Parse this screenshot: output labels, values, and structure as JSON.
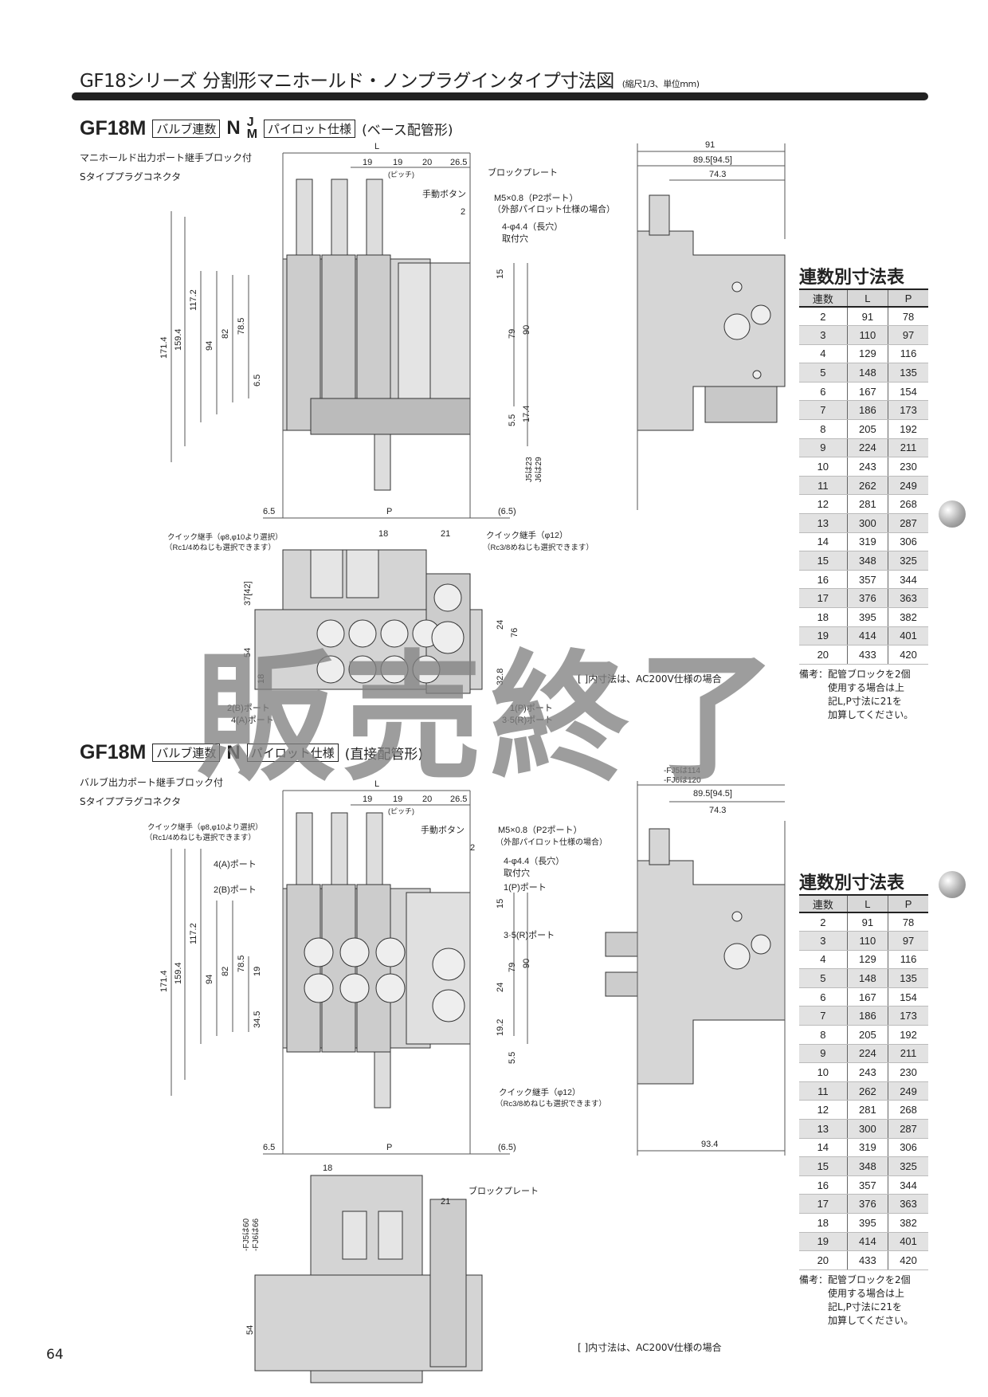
{
  "header": {
    "title": "GF18シリーズ  分割形マニホールド・ノンプラグインタイプ寸法図",
    "scale_note": "(縮尺1/3、単位mm)"
  },
  "section1": {
    "model": "GF18M",
    "box1": "バルブ連数",
    "n": "N",
    "opt_j": "J",
    "opt_m": "M",
    "box2": "パイロット仕様",
    "type": "(ベース配管形)",
    "sub1": "マニホールド出力ポート継手ブロック付",
    "sub2": "Sタイププラグコネクタ",
    "labels": [
      "L",
      "19",
      "19",
      "(ピッチ)",
      "20",
      "26.5",
      "ブロックプレート",
      "手動ボタン",
      "M5×0.8（P2ポート）",
      "（外部パイロット仕様の場合）",
      "2",
      "4-φ4.4（長穴）",
      "取付穴",
      "171.4",
      "159.4",
      "117.2",
      "94",
      "82",
      "78.5",
      "6.5",
      "15",
      "79",
      "90",
      "5.5",
      "17.4",
      "J5は23",
      "J6は29",
      "6.5",
      "P",
      "(6.5)"
    ],
    "side_labels": [
      "91",
      "89.5[94.5]",
      "74.3"
    ],
    "bottom_labels": [
      "クイック継手（φ8,φ10より選択）",
      "（Rc1/4めねじも選択できます）",
      "18",
      "21",
      "クイック継手（φ12）",
      "（Rc3/8めねじも選択できます）",
      "37[42]",
      "54",
      "18",
      "24",
      "76",
      "32.8",
      "2(B)ポート",
      "4(A)ポート",
      "1(P)ポート",
      "3·5(R)ポート"
    ],
    "footnote": "[  ]内寸法は、AC200V仕様の場合"
  },
  "section2": {
    "model": "GF18M",
    "box1": "バルブ連数",
    "n": "N",
    "box2": "パイロット仕様",
    "type": "(直接配管形)",
    "sub1": "バルブ出力ポート継手ブロック付",
    "sub2": "Sタイププラグコネクタ",
    "labels": [
      "L",
      "19",
      "19",
      "(ピッチ)",
      "20",
      "26.5",
      "クイック継手（φ8,φ10より選択）",
      "（Rc1/4めねじも選択できます）",
      "手動ボタン",
      "M5×0.8（P2ポート）",
      "（外部パイロット仕様の場合）",
      "2",
      "4-φ4.4（長穴）",
      "取付穴",
      "4(A)ポート",
      "2(B)ポート",
      "1(P)ポート",
      "3·5(R)ポート",
      "171.4",
      "159.4",
      "117.2",
      "94",
      "82",
      "78.5",
      "19",
      "34.5",
      "15",
      "79",
      "90",
      "24",
      "19.2",
      "5.5",
      "クイック継手（φ12）",
      "（Rc3/8めねじも選択できます）",
      "6.5",
      "P",
      "(6.5)"
    ],
    "side_labels": [
      "-FJ5は114",
      "-FJ6は120",
      "89.5[94.5]",
      "74.3",
      "93.4"
    ],
    "bottom_labels": [
      "18",
      "ブロックプレート",
      "21",
      "-FJ5は60",
      "-FJ6は66",
      "54"
    ],
    "footnote": "[  ]内寸法は、AC200V仕様の場合"
  },
  "dimension_table": {
    "title": "連数別寸法表",
    "columns": [
      "連数",
      "L",
      "P"
    ],
    "rows": [
      [
        "2",
        "91",
        "78"
      ],
      [
        "3",
        "110",
        "97"
      ],
      [
        "4",
        "129",
        "116"
      ],
      [
        "5",
        "148",
        "135"
      ],
      [
        "6",
        "167",
        "154"
      ],
      [
        "7",
        "186",
        "173"
      ],
      [
        "8",
        "205",
        "192"
      ],
      [
        "9",
        "224",
        "211"
      ],
      [
        "10",
        "243",
        "230"
      ],
      [
        "11",
        "262",
        "249"
      ],
      [
        "12",
        "281",
        "268"
      ],
      [
        "13",
        "300",
        "287"
      ],
      [
        "14",
        "319",
        "306"
      ],
      [
        "15",
        "348",
        "325"
      ],
      [
        "16",
        "357",
        "344"
      ],
      [
        "17",
        "376",
        "363"
      ],
      [
        "18",
        "395",
        "382"
      ],
      [
        "19",
        "414",
        "401"
      ],
      [
        "20",
        "433",
        "420"
      ]
    ],
    "note_label": "備考：",
    "note_lines": [
      "配管ブロックを2個",
      "使用する場合は上",
      "記L,P寸法に21を",
      "加算してください。"
    ]
  },
  "watermark": "販売終了",
  "page_number": "64"
}
